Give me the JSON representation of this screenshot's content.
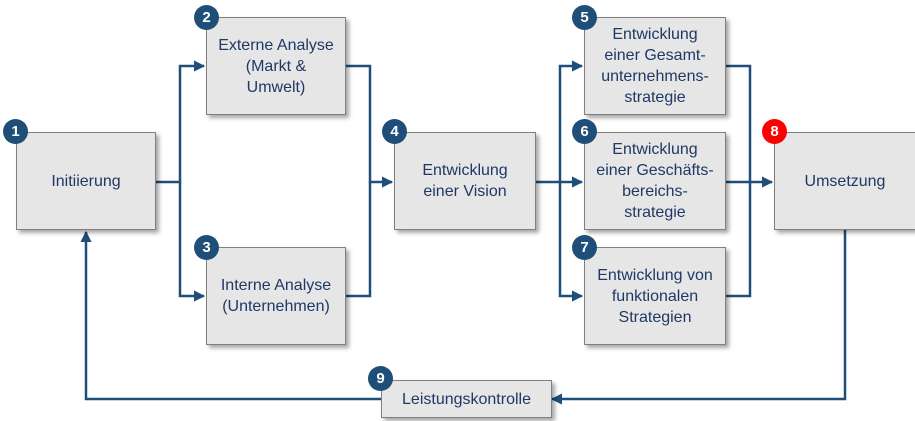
{
  "diagram": {
    "colors": {
      "box_fill": "#e6e6e6",
      "box_border": "#7f7f7f",
      "text": "#1f3864",
      "arrow": "#1f4e79",
      "badge": "#1f4e79",
      "badge_highlight": "#ff0000"
    },
    "steps": [
      {
        "number": "1",
        "label": "Initiierung"
      },
      {
        "number": "2",
        "label": "Externe Analyse\n(Markt &\nUmwelt)"
      },
      {
        "number": "3",
        "label": "Interne Analyse\n(Unternehmen)"
      },
      {
        "number": "4",
        "label": "Entwicklung\neiner Vision"
      },
      {
        "number": "5",
        "label": "Entwicklung\neiner Gesamt-\nunternehmens-\nstrategie"
      },
      {
        "number": "6",
        "label": "Entwicklung\neiner Geschäfts-\nbereichs-\nstrategie"
      },
      {
        "number": "7",
        "label": "Entwicklung von\nfunktionalen\nStrategien"
      },
      {
        "number": "8",
        "label": "Umsetzung"
      },
      {
        "number": "9",
        "label": "Leistungskontrolle"
      }
    ],
    "connections": [
      {
        "from": "1",
        "to": "2"
      },
      {
        "from": "1",
        "to": "3"
      },
      {
        "from": "2",
        "to": "4"
      },
      {
        "from": "3",
        "to": "4"
      },
      {
        "from": "4",
        "to": "5"
      },
      {
        "from": "4",
        "to": "6"
      },
      {
        "from": "4",
        "to": "7"
      },
      {
        "from": "5",
        "to": "8"
      },
      {
        "from": "6",
        "to": "8"
      },
      {
        "from": "7",
        "to": "8"
      },
      {
        "from": "8",
        "to": "9"
      },
      {
        "from": "9",
        "to": "1"
      }
    ]
  }
}
